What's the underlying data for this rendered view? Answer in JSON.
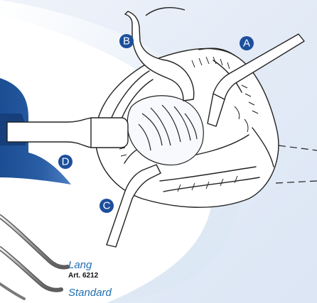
{
  "callouts": [
    {
      "id": "A",
      "label": "A"
    },
    {
      "id": "B",
      "label": "B"
    },
    {
      "id": "C",
      "label": "C"
    },
    {
      "id": "D",
      "label": "D"
    }
  ],
  "captions": {
    "lang": "Lang",
    "article": "Art. 6212",
    "standard": "Standard"
  },
  "colors": {
    "badge": "#1c4f9c",
    "caption": "#1f6fb4",
    "band_dark": "#1a4d92",
    "band_mid": "#4f7fc4",
    "background_tint": "#e6eef8",
    "line": "#222222"
  }
}
